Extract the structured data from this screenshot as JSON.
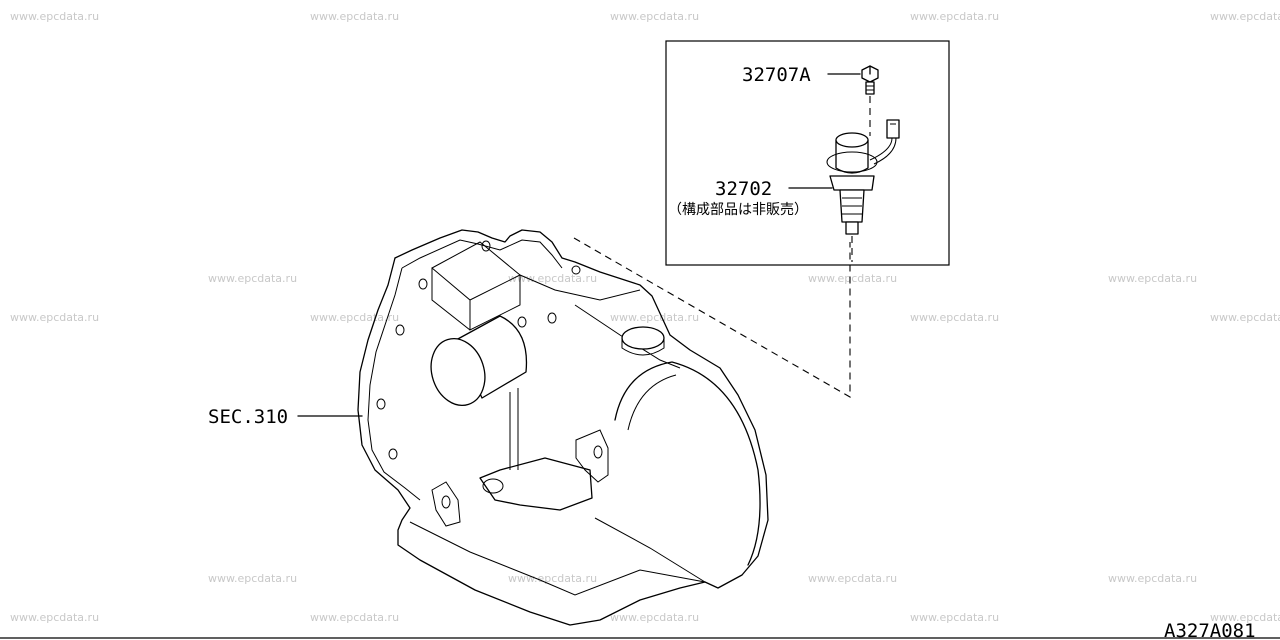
{
  "watermark": "www.epcdata.ru",
  "labels": {
    "bolt": "32707A",
    "sensor": "32702",
    "sensor_note": "（構成部品は非販売）",
    "section": "SEC.310"
  },
  "diagram_code": "A327A081"
}
